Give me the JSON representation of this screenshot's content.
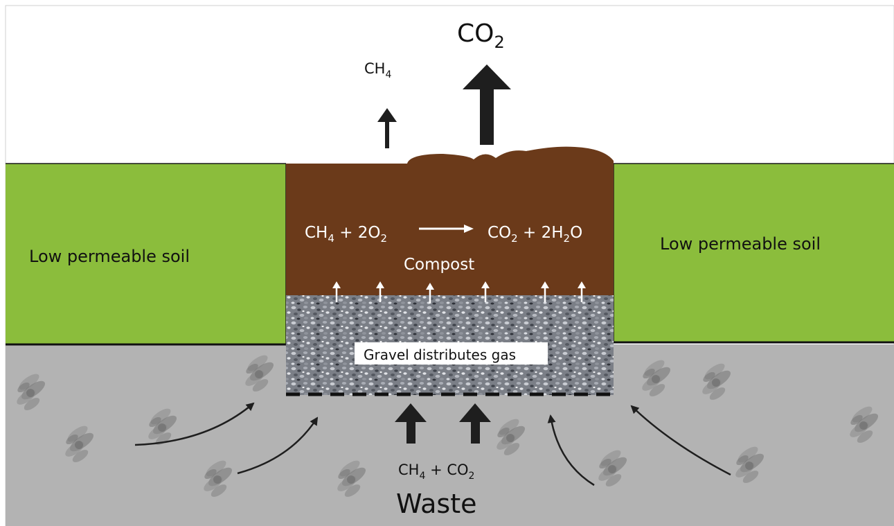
{
  "labels": {
    "co2_top": "CO",
    "co2_top_sub": "2",
    "ch4_top": "CH",
    "ch4_top_sub": "4",
    "soil_left": "Low permeable soil",
    "soil_right": "Low permeable soil",
    "reaction_ch4": "CH",
    "reaction_ch4_sub": "4",
    "reaction_plus_2o": " + 2O",
    "reaction_o2_sub": "2",
    "reaction_co2": "CO",
    "reaction_co2_sub": "2",
    "reaction_plus_2h": " + 2H",
    "reaction_h2_sub": "2",
    "reaction_o": "O",
    "compost": "Compost",
    "gravel": "Gravel distributes gas",
    "bottom_ch4": "CH",
    "bottom_ch4_sub": "4",
    "bottom_plus_co": " + CO",
    "bottom_co2_sub": "2",
    "waste": "Waste"
  },
  "colors": {
    "sky": "#ffffff",
    "soil_green": "#8bbd3c",
    "compost_brown": "#6b3a1a",
    "waste_gray": "#b3b3b3",
    "gravel_base": "#7d8088",
    "arrow_dark": "#1e1e1e",
    "text_light": "#ffffff",
    "text_dark": "#111111"
  }
}
